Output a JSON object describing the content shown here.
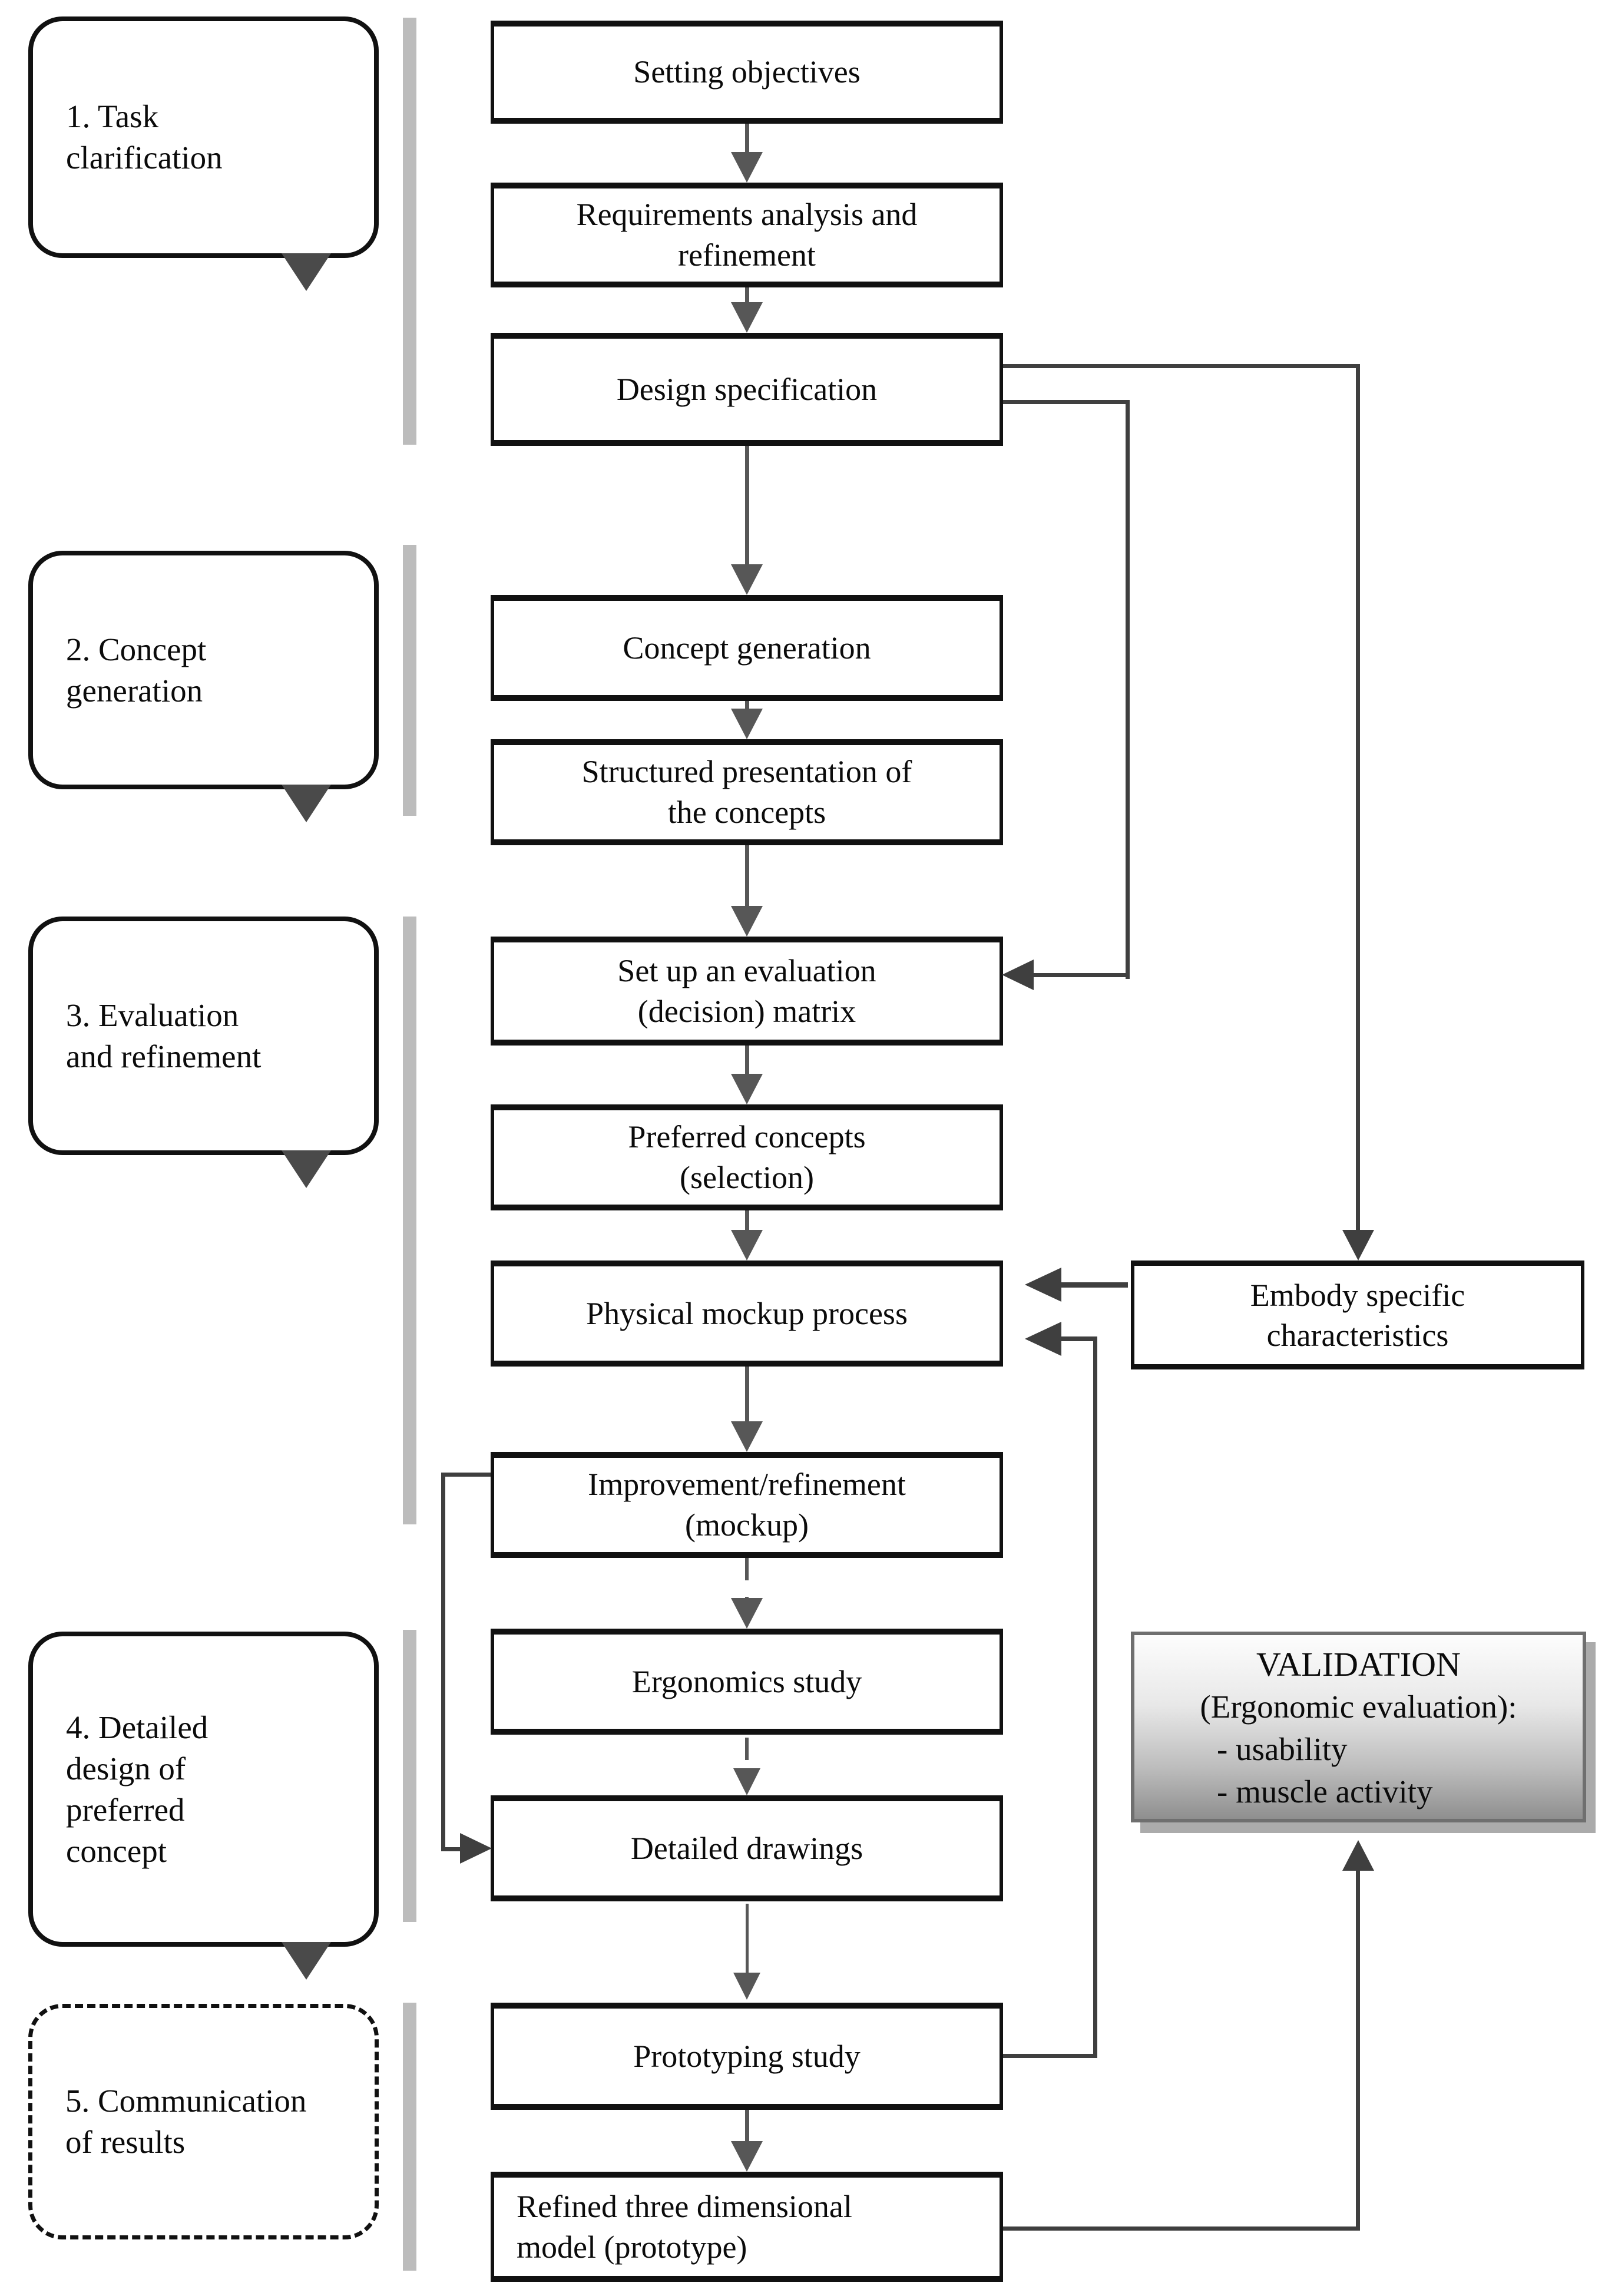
{
  "phases": [
    {
      "label": "1. Task\nclarification"
    },
    {
      "label": "2. Concept\ngeneration"
    },
    {
      "label": "3. Evaluation\nand refinement"
    },
    {
      "label": "4. Detailed\ndesign of\npreferred\nconcept"
    },
    {
      "label": "5. Communication\nof results"
    }
  ],
  "steps": [
    {
      "label": "Setting objectives"
    },
    {
      "label": "Requirements analysis and\nrefinement"
    },
    {
      "label": "Design specification"
    },
    {
      "label": "Concept generation"
    },
    {
      "label": "Structured presentation of\nthe concepts"
    },
    {
      "label": "Set up an evaluation\n(decision) matrix"
    },
    {
      "label": "Preferred concepts\n(selection)"
    },
    {
      "label": "Physical mockup process"
    },
    {
      "label": "Improvement/refinement\n(mockup)"
    },
    {
      "label": "Ergonomics study"
    },
    {
      "label": "Detailed drawings"
    },
    {
      "label": "Prototyping study"
    },
    {
      "label": "Refined three dimensional\nmodel (prototype)"
    }
  ],
  "side": {
    "embody": {
      "label": "Embody specific\ncharacteristics"
    },
    "validation": {
      "title": "VALIDATION",
      "subtitle": "(Ergonomic evaluation):",
      "items": [
        "- usability",
        "- muscle activity"
      ]
    }
  },
  "colors": {
    "box_border": "#111111",
    "flow_arrow": "#575757",
    "connector": "#3f3f3f",
    "phase_bar": "#bcbcbc",
    "phase_marker": "#4a4a4a",
    "validation_border": "#6f6f6f",
    "validation_top": "#fdfdfd",
    "validation_bottom": "#8f8f8f",
    "bg": "#ffffff"
  }
}
